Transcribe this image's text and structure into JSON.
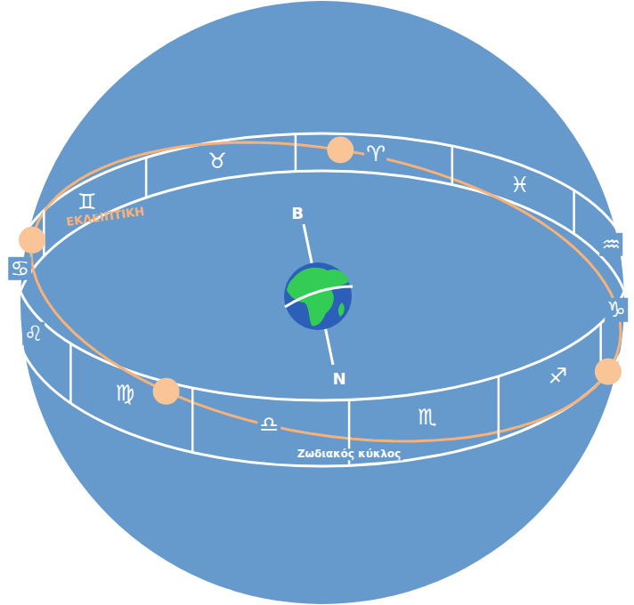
{
  "diagram": {
    "labels": [
      "ΕΚΛΕΙΠΤΙΚΗ",
      "Β",
      "Ν",
      "♊",
      "♉",
      "♈",
      "♓",
      "♒",
      "♑",
      "♐",
      "♏",
      "♎",
      "♍",
      "♌",
      "♋",
      "Ζωδιακός κύκλος"
    ]
  }
}
